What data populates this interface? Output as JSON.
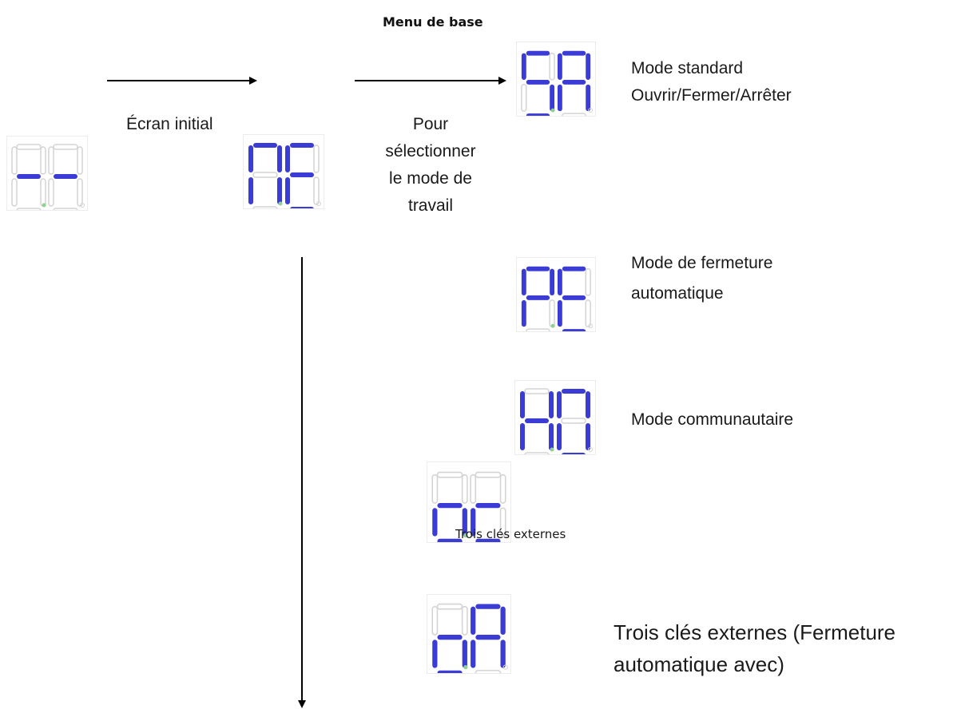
{
  "title": "Menu de base",
  "colors": {
    "segment_on": "#3b3bd6",
    "segment_off": "#d4d4d4",
    "dot": "#8fd18f",
    "arrow": "#000000"
  },
  "displays": {
    "initial": "--",
    "menu": "ПЕ",
    "sa": "SA",
    "pe": "PE",
    "ho": "HO",
    "oc": "oc",
    "oa": "oA"
  },
  "labels": {
    "initial_screen": "Écran initial",
    "select_mode_1": "Pour",
    "select_mode_2": "sélectionner",
    "select_mode_3": "le mode de",
    "select_mode_4": "travail",
    "standard_1": "Mode standard",
    "standard_2": "Ouvrir/Fermer/Arrêter",
    "auto_close_1": "Mode de fermeture",
    "auto_close_2": "automatique",
    "community": "Mode communautaire",
    "three_keys": "Trois clés externes",
    "three_keys_auto_1": "Trois clés externes (Fermeture",
    "three_keys_auto_2": "automatique avec)"
  }
}
